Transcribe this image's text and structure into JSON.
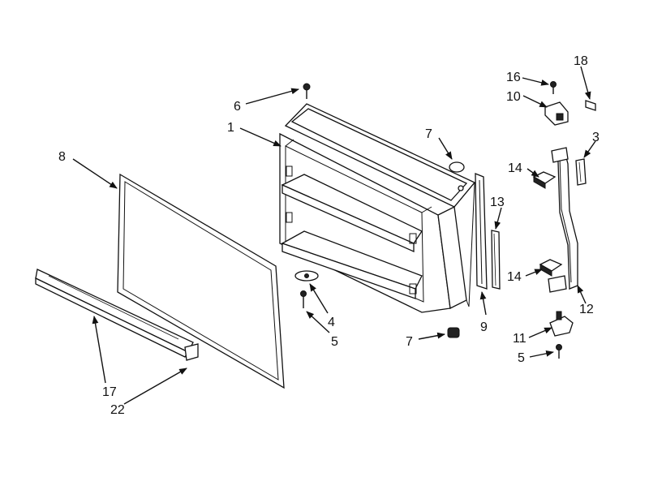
{
  "diagram": {
    "labels": {
      "l6": "6",
      "l1": "1",
      "l8": "8",
      "l7a": "7",
      "l7b": "7",
      "l4": "4",
      "l5a": "5",
      "l5b": "5",
      "l9": "9",
      "l13": "13",
      "l17": "17",
      "l22": "22",
      "l16": "16",
      "l10": "10",
      "l18": "18",
      "l3": "3",
      "l14a": "14",
      "l14b": "14",
      "l12": "12",
      "l11": "11"
    }
  }
}
